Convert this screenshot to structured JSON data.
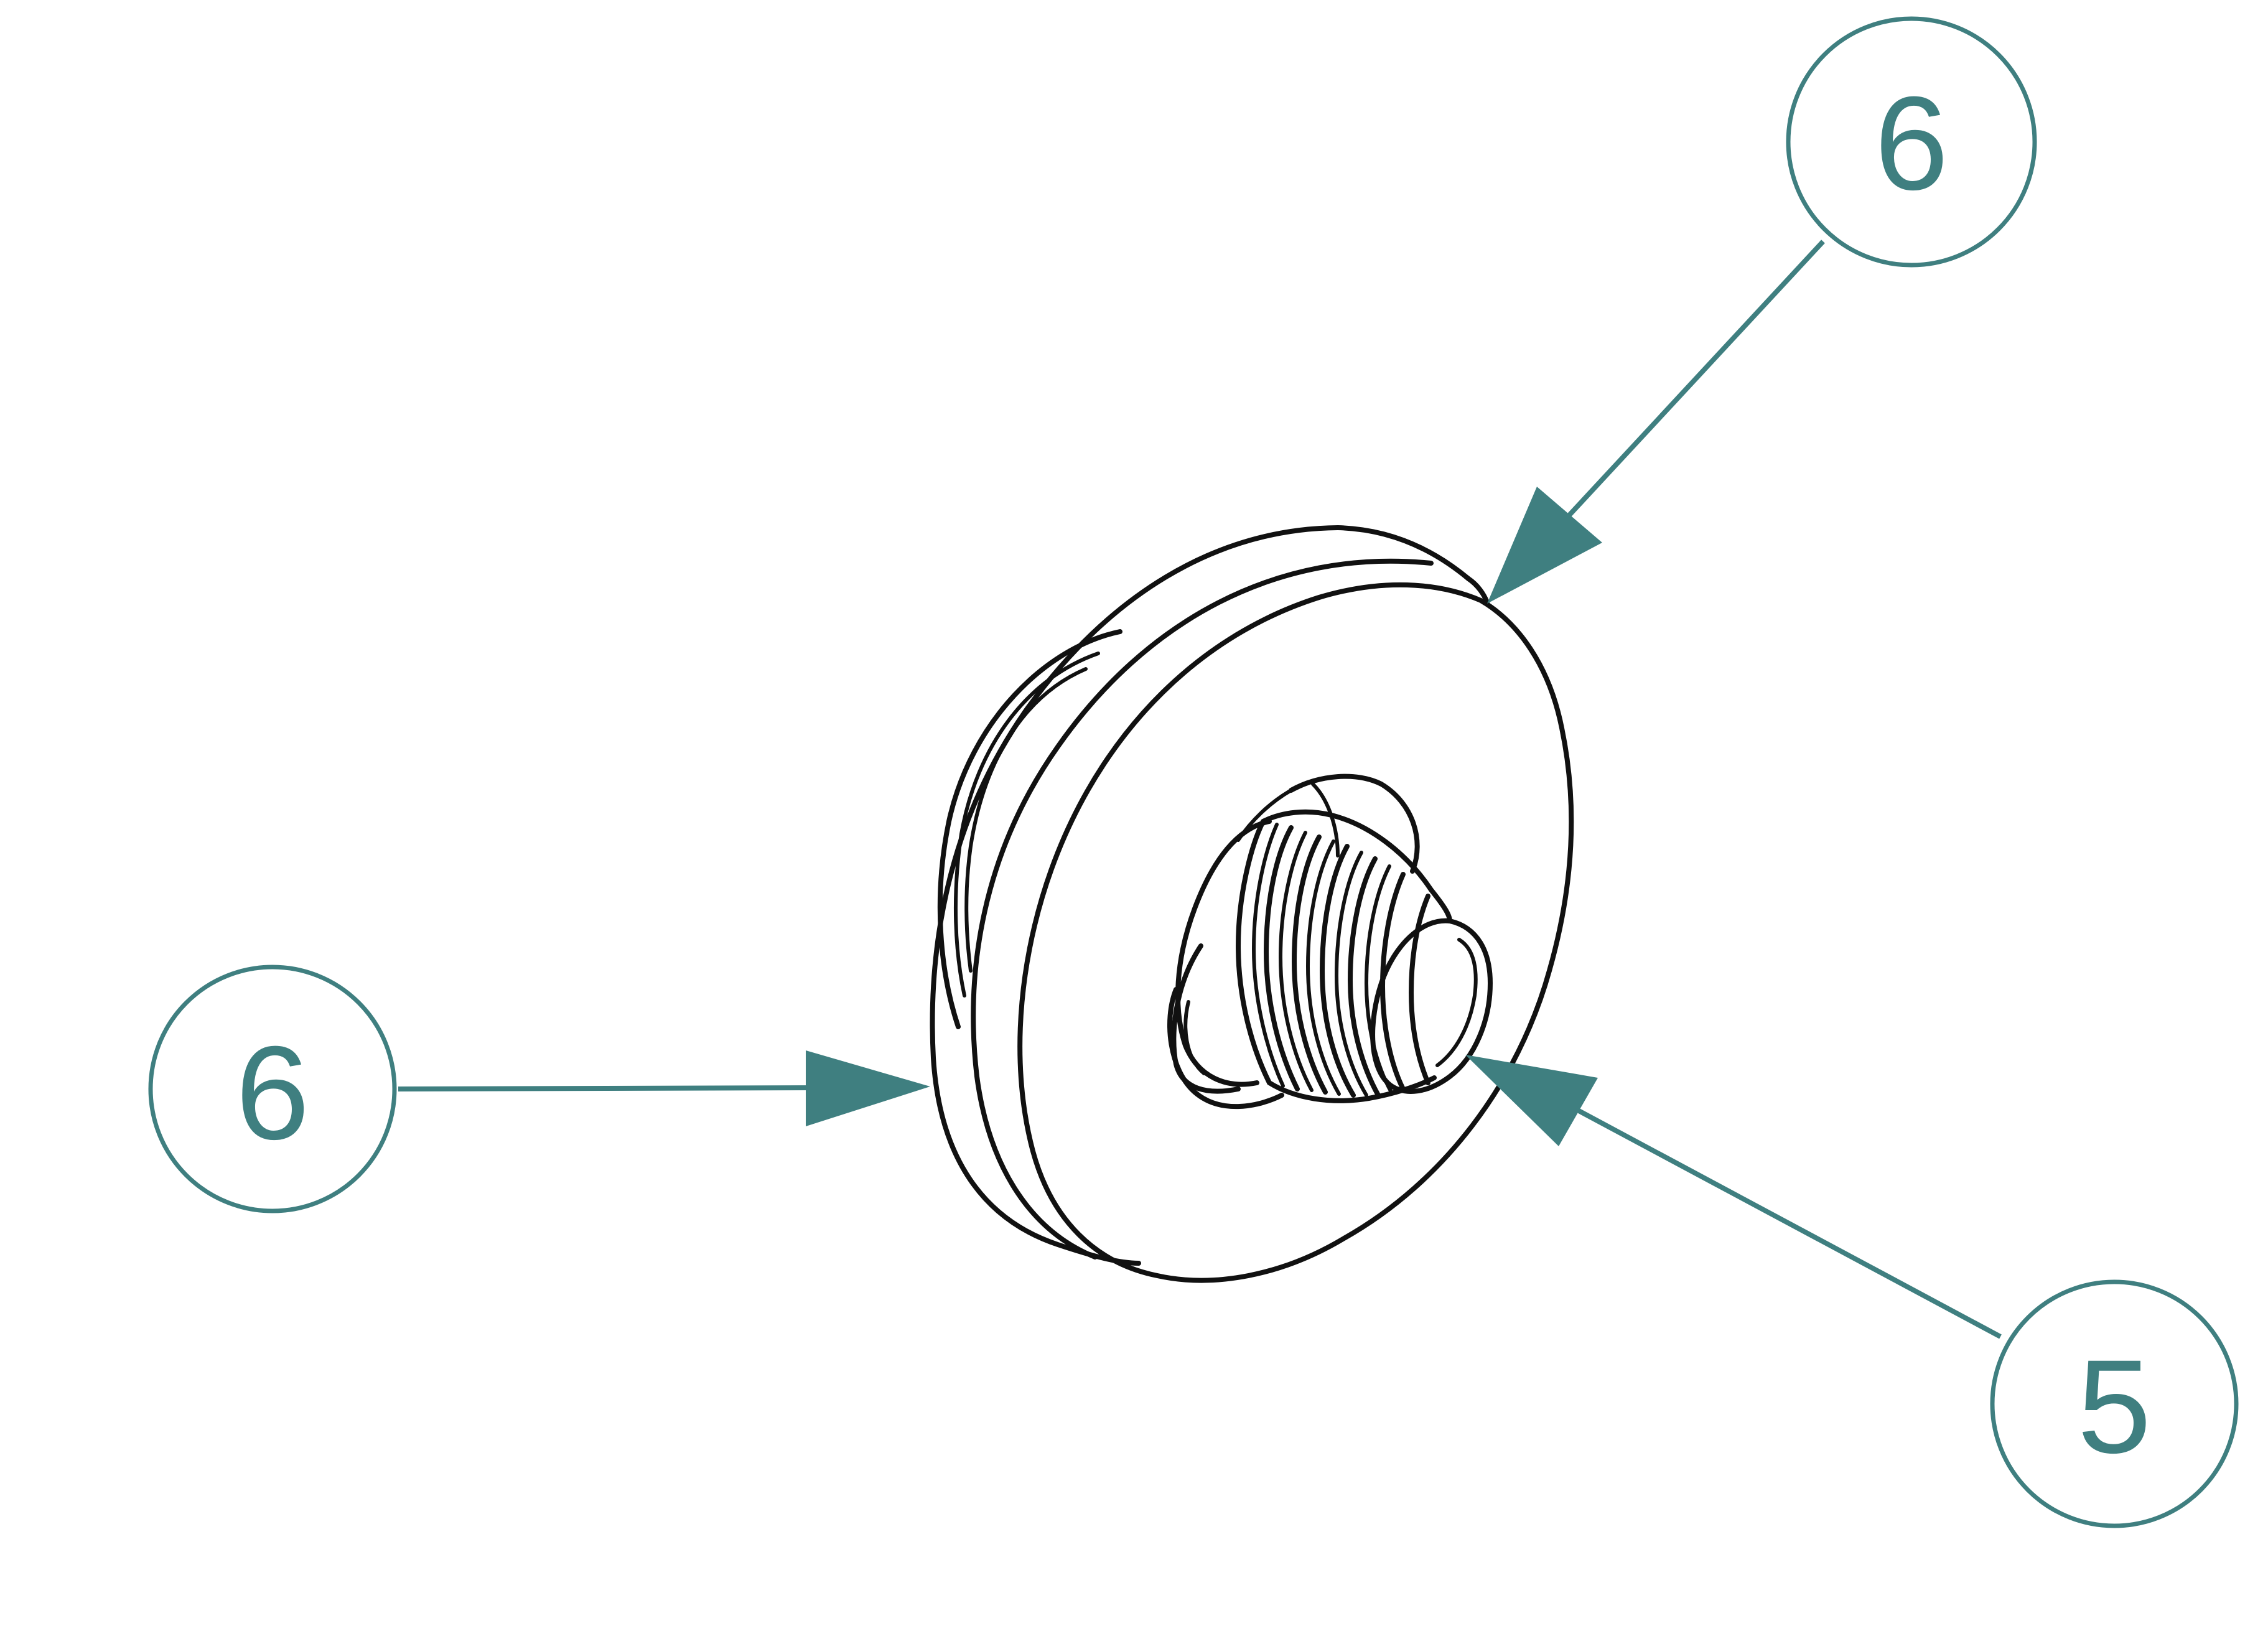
{
  "callouts": [
    {
      "id": "top-right",
      "label": "6"
    },
    {
      "id": "left",
      "label": "6"
    },
    {
      "id": "bottom-right",
      "label": "5"
    }
  ],
  "colors": {
    "callout": "#3f7f80",
    "part_outline": "#111111",
    "background": "#ffffff"
  }
}
